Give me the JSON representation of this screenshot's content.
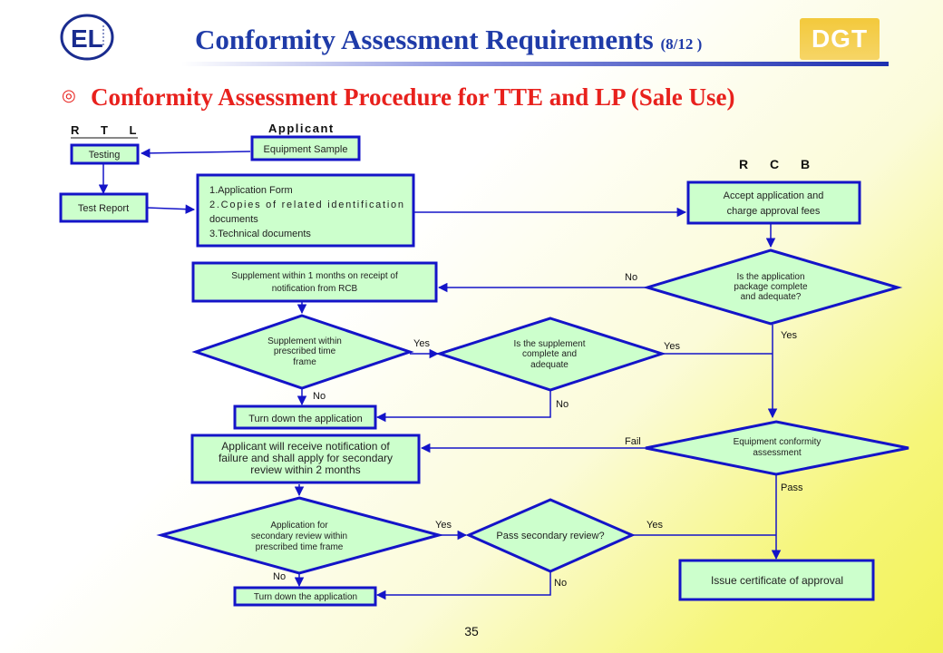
{
  "header": {
    "title": "Conformity Assessment Requirements",
    "title_page": "(8/12 )",
    "subtitle": "Conformity Assessment Procedure for TTE and LP (Sale Use)",
    "bullet": "◎",
    "badge": "DGT",
    "logo_text": "EL"
  },
  "columns": {
    "rtl": "R T L",
    "applicant": "Applicant",
    "rcb": "R C B"
  },
  "nodes": {
    "testing": "Testing",
    "equipment_sample": "Equipment Sample",
    "test_report": "Test Report",
    "documents": [
      "1.Application Form",
      "2.Copies of related identification",
      "documents",
      "3.Technical documents"
    ],
    "accept_application": [
      "Accept application and",
      "charge approval fees"
    ],
    "is_package_complete": [
      "Is the application",
      "package complete",
      "and adequate?"
    ],
    "supplement_1_month": [
      "Supplement within 1 months on receipt of",
      "notification from RCB"
    ],
    "supplement_within_frame": [
      "Supplement within",
      "prescribed time",
      "frame"
    ],
    "is_supplement_complete": [
      "Is the supplement",
      "complete and",
      "adequate"
    ],
    "turn_down_1": "Turn down the application",
    "notify_failure": [
      "Applicant will receive notification of",
      "failure and shall apply for secondary",
      "review within 2 months"
    ],
    "equipment_assessment": [
      "Equipment conformity",
      "assessment"
    ],
    "secondary_within_frame": [
      "Application for",
      "secondary review within",
      "prescribed time frame"
    ],
    "pass_secondary": "Pass secondary review?",
    "turn_down_2": "Turn down the application",
    "issue_certificate": "Issue certificate of approval"
  },
  "edge_labels": {
    "no_package": "No",
    "yes_package": "Yes",
    "yes_supplement_frame": "Yes",
    "no_supplement_frame": "No",
    "yes_supplement_complete": "Yes",
    "no_supplement_complete": "No",
    "fail": "Fail",
    "pass": "Pass",
    "yes_secondary_frame": "Yes",
    "no_secondary_frame": "No",
    "yes_pass_secondary": "Yes",
    "no_pass_secondary": "No"
  },
  "page_number": "35",
  "colors": {
    "title": "#1f3ba8",
    "subtitle": "#e8211d",
    "box_fill": "#ccffcc",
    "box_stroke": "#1414c8",
    "badge": "#f3c93c"
  }
}
